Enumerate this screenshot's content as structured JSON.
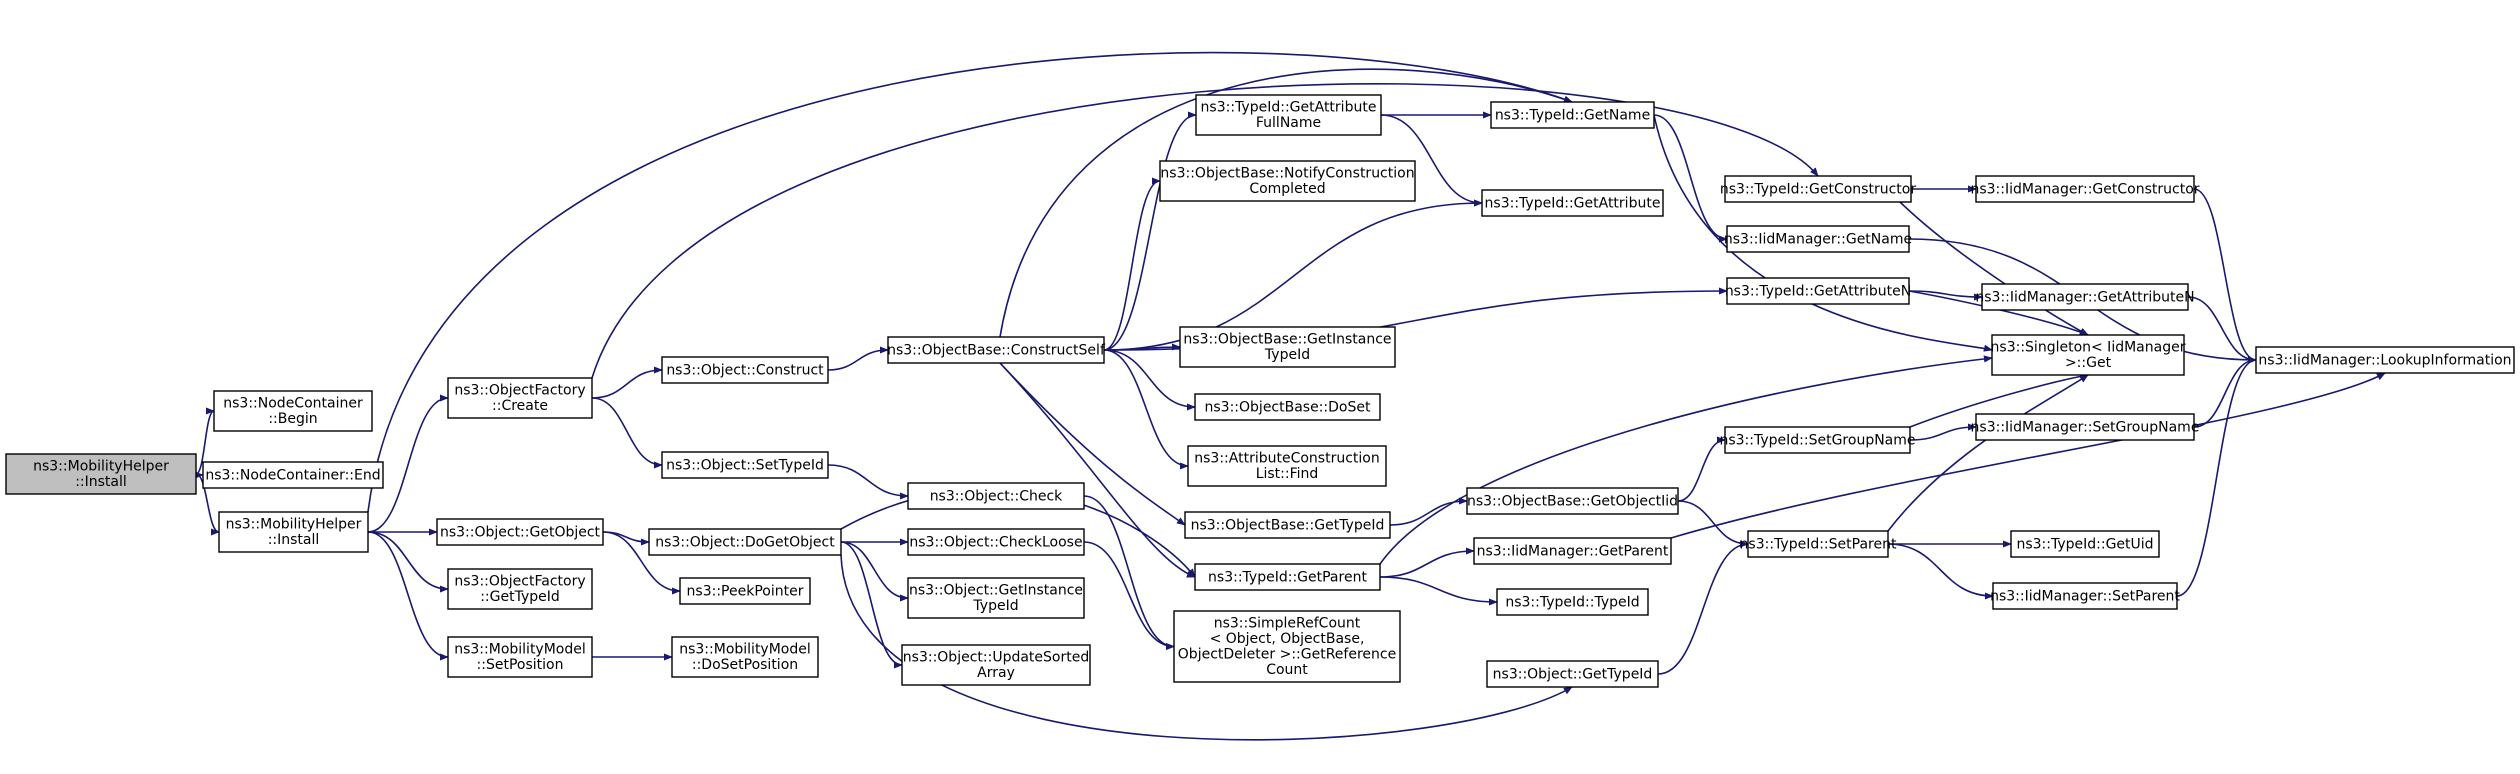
{
  "colors": {
    "edge": "#191970",
    "root_fill": "#bfbfbf",
    "node_fill": "#ffffff",
    "border": "#000000"
  },
  "nodes": [
    {
      "id": "n0",
      "lines": [
        "ns3::MobilityHelper",
        "::Install"
      ]
    },
    {
      "id": "n1",
      "lines": [
        "ns3::NodeContainer",
        "::Begin"
      ]
    },
    {
      "id": "n2",
      "lines": [
        "ns3::NodeContainer::End"
      ]
    },
    {
      "id": "n3",
      "lines": [
        "ns3::MobilityHelper",
        "::Install"
      ]
    },
    {
      "id": "n4",
      "lines": [
        "ns3::ObjectFactory",
        "::Create"
      ]
    },
    {
      "id": "n5",
      "lines": [
        "ns3::Object::GetObject"
      ]
    },
    {
      "id": "n6",
      "lines": [
        "ns3::ObjectFactory",
        "::GetTypeId"
      ]
    },
    {
      "id": "n7",
      "lines": [
        "ns3::MobilityModel",
        "::SetPosition"
      ]
    },
    {
      "id": "n8",
      "lines": [
        "ns3::Object::Construct"
      ]
    },
    {
      "id": "n9",
      "lines": [
        "ns3::Object::SetTypeId"
      ]
    },
    {
      "id": "n10",
      "lines": [
        "ns3::Object::DoGetObject"
      ]
    },
    {
      "id": "n11",
      "lines": [
        "ns3::PeekPointer"
      ]
    },
    {
      "id": "n12",
      "lines": [
        "ns3::MobilityModel",
        "::DoSetPosition"
      ]
    },
    {
      "id": "n13",
      "lines": [
        "ns3::ObjectBase::ConstructSelf"
      ]
    },
    {
      "id": "n14",
      "lines": [
        "ns3::Object::Check"
      ]
    },
    {
      "id": "n15",
      "lines": [
        "ns3::Object::CheckLoose"
      ]
    },
    {
      "id": "n16",
      "lines": [
        "ns3::Object::GetInstance",
        "TypeId"
      ]
    },
    {
      "id": "n17",
      "lines": [
        "ns3::Object::UpdateSorted",
        "Array"
      ]
    },
    {
      "id": "n18",
      "lines": [
        "ns3::TypeId::GetAttribute",
        "FullName"
      ]
    },
    {
      "id": "n19",
      "lines": [
        "ns3::ObjectBase::NotifyConstruction",
        "Completed"
      ]
    },
    {
      "id": "n20",
      "lines": [
        "ns3::ObjectBase::GetInstance",
        "TypeId"
      ]
    },
    {
      "id": "n21",
      "lines": [
        "ns3::ObjectBase::DoSet"
      ]
    },
    {
      "id": "n22",
      "lines": [
        "ns3::AttributeConstruction",
        "List::Find"
      ]
    },
    {
      "id": "n23",
      "lines": [
        "ns3::ObjectBase::GetTypeId"
      ]
    },
    {
      "id": "n24",
      "lines": [
        "ns3::TypeId::GetParent"
      ]
    },
    {
      "id": "n25",
      "lines": [
        "ns3::SimpleRefCount",
        "< Object, ObjectBase,",
        "ObjectDeleter >::GetReference",
        "Count"
      ]
    },
    {
      "id": "n26",
      "lines": [
        "ns3::TypeId::GetName"
      ]
    },
    {
      "id": "n27",
      "lines": [
        "ns3::TypeId::GetAttribute"
      ]
    },
    {
      "id": "n28",
      "lines": [
        "ns3::ObjectBase::GetObjectIid"
      ]
    },
    {
      "id": "n29",
      "lines": [
        "ns3::IidManager::GetParent"
      ]
    },
    {
      "id": "n30",
      "lines": [
        "ns3::TypeId::TypeId"
      ]
    },
    {
      "id": "n31",
      "lines": [
        "ns3::Object::GetTypeId"
      ]
    },
    {
      "id": "n32",
      "lines": [
        "ns3::TypeId::GetConstructor"
      ]
    },
    {
      "id": "n33",
      "lines": [
        "ns3::IidManager::GetName"
      ]
    },
    {
      "id": "n34",
      "lines": [
        "ns3::TypeId::GetAttributeN"
      ]
    },
    {
      "id": "n35",
      "lines": [
        "ns3::TypeId::SetGroupName"
      ]
    },
    {
      "id": "n36",
      "lines": [
        "ns3::TypeId::SetParent"
      ]
    },
    {
      "id": "n37",
      "lines": [
        "ns3::IidManager::GetConstructor"
      ]
    },
    {
      "id": "n38",
      "lines": [
        "ns3::IidManager::GetAttributeN"
      ]
    },
    {
      "id": "n39",
      "lines": [
        "ns3::Singleton< IidManager",
        " >::Get"
      ]
    },
    {
      "id": "n40",
      "lines": [
        "ns3::IidManager::SetGroupName"
      ]
    },
    {
      "id": "n41",
      "lines": [
        "ns3::TypeId::GetUid"
      ]
    },
    {
      "id": "n42",
      "lines": [
        "ns3::IidManager::SetParent"
      ]
    },
    {
      "id": "n43",
      "lines": [
        "ns3::IidManager::LookupInformation"
      ]
    }
  ],
  "edges": [
    [
      "n0",
      "n1"
    ],
    [
      "n0",
      "n2"
    ],
    [
      "n0",
      "n3"
    ],
    [
      "n3",
      "n4"
    ],
    [
      "n3",
      "n5"
    ],
    [
      "n3",
      "n6"
    ],
    [
      "n3",
      "n7"
    ],
    [
      "n3",
      "n26"
    ],
    [
      "n4",
      "n8"
    ],
    [
      "n4",
      "n9"
    ],
    [
      "n4",
      "n32"
    ],
    [
      "n5",
      "n10"
    ],
    [
      "n5",
      "n11"
    ],
    [
      "n7",
      "n12"
    ],
    [
      "n8",
      "n13"
    ],
    [
      "n9",
      "n14"
    ],
    [
      "n10",
      "n15"
    ],
    [
      "n10",
      "n16"
    ],
    [
      "n10",
      "n17"
    ],
    [
      "n10",
      "n24"
    ],
    [
      "n10",
      "n31"
    ],
    [
      "n13",
      "n18"
    ],
    [
      "n13",
      "n19"
    ],
    [
      "n13",
      "n20"
    ],
    [
      "n13",
      "n21"
    ],
    [
      "n13",
      "n22"
    ],
    [
      "n13",
      "n23"
    ],
    [
      "n13",
      "n24"
    ],
    [
      "n13",
      "n26"
    ],
    [
      "n13",
      "n27"
    ],
    [
      "n13",
      "n34"
    ],
    [
      "n14",
      "n25"
    ],
    [
      "n15",
      "n25"
    ],
    [
      "n18",
      "n26"
    ],
    [
      "n18",
      "n27"
    ],
    [
      "n23",
      "n28"
    ],
    [
      "n24",
      "n29"
    ],
    [
      "n24",
      "n30"
    ],
    [
      "n24",
      "n39"
    ],
    [
      "n26",
      "n33"
    ],
    [
      "n26",
      "n39"
    ],
    [
      "n28",
      "n35"
    ],
    [
      "n28",
      "n36"
    ],
    [
      "n29",
      "n43"
    ],
    [
      "n31",
      "n36"
    ],
    [
      "n32",
      "n37"
    ],
    [
      "n32",
      "n39"
    ],
    [
      "n33",
      "n43"
    ],
    [
      "n34",
      "n38"
    ],
    [
      "n34",
      "n39"
    ],
    [
      "n35",
      "n40"
    ],
    [
      "n35",
      "n39"
    ],
    [
      "n36",
      "n41"
    ],
    [
      "n36",
      "n42"
    ],
    [
      "n36",
      "n39"
    ],
    [
      "n37",
      "n43"
    ],
    [
      "n38",
      "n43"
    ],
    [
      "n40",
      "n43"
    ],
    [
      "n42",
      "n43"
    ]
  ]
}
